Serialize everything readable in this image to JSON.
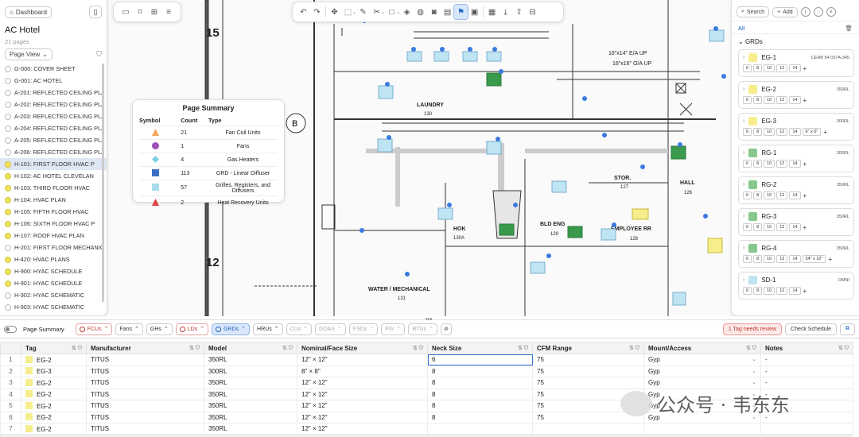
{
  "left_panel": {
    "dashboard_label": "Dashboard",
    "project": "AC Hotel",
    "page_count": "21 pages",
    "page_view": "Page View",
    "sheets": [
      {
        "label": "G-000: COVER SHEET",
        "dot": false,
        "chev": false
      },
      {
        "label": "G-001: AC HOTEL",
        "dot": false,
        "chev": false
      },
      {
        "label": "A-201: REFLECTED CEILING PLA",
        "dot": false,
        "chev": false
      },
      {
        "label": "A-202: REFLECTED CEILING PLA",
        "dot": false,
        "chev": false
      },
      {
        "label": "A-203: REFLECTED CEILING PLA",
        "dot": false,
        "chev": false
      },
      {
        "label": "A-204: REFLECTED CEILING PLA",
        "dot": false,
        "chev": false
      },
      {
        "label": "A-205: REFLECTED CEILING PLA",
        "dot": false,
        "chev": false
      },
      {
        "label": "A-206: REFLECTED CEILING PLA",
        "dot": false,
        "chev": false
      },
      {
        "label": "H-101: FIRST FLOOR HVAC P",
        "dot": true,
        "chev": true,
        "selected": true
      },
      {
        "label": "H-102: AC HOTEL CLEVELAN",
        "dot": true,
        "chev": true
      },
      {
        "label": "H-103: THIRD FLOOR HVAC",
        "dot": true,
        "chev": true
      },
      {
        "label": "H-104: HVAC PLAN",
        "dot": true,
        "chev": true
      },
      {
        "label": "H-105: FIFTH FLOOR HVAC",
        "dot": true,
        "chev": true
      },
      {
        "label": "H-106: SIXTH FLOOR HVAC P",
        "dot": true,
        "chev": true
      },
      {
        "label": "H-107: ROOF HVAC PLAN",
        "dot": true,
        "chev": true
      },
      {
        "label": "H-201: FIRST FLOOR MECHANIC",
        "dot": false,
        "chev": false
      },
      {
        "label": "H-420: HVAC PLANS",
        "dot": true,
        "chev": true
      },
      {
        "label": "H-900: HYAC SCHEDULE",
        "dot": true,
        "chev": false
      },
      {
        "label": "H-901: HYAC SCHEDULE",
        "dot": true,
        "chev": false
      },
      {
        "label": "H-902: HYAC SCHEMATIC",
        "dot": false,
        "chev": false
      },
      {
        "label": "H-903: HYAC SCHEMATIC",
        "dot": false,
        "chev": false
      }
    ]
  },
  "page_summary": {
    "title": "Page Summary",
    "headers": [
      "Symbol",
      "Count",
      "Type"
    ],
    "rows": [
      {
        "shape": "triangle",
        "color": "#f2a65a",
        "count": "21",
        "type": "Fan Coil Units"
      },
      {
        "shape": "circle",
        "color": "#9b4fb7",
        "count": "1",
        "type": "Fans"
      },
      {
        "shape": "diamond",
        "color": "#7ccfe0",
        "count": "4",
        "type": "Gas Heaters"
      },
      {
        "shape": "square",
        "color": "#3a6fc4",
        "count": "113",
        "type": "GRD - Linear Diffuser"
      },
      {
        "shape": "square",
        "color": "#a8dcec",
        "count": "57",
        "type": "Grilles, Registers, and Diffusers"
      },
      {
        "shape": "triangle",
        "color": "#e04040",
        "count": "2",
        "type": "Heat Recovery Units"
      }
    ]
  },
  "plan_labels": {
    "laundry": "LAUNDRY",
    "laundry_num": "130",
    "hok": "HOK",
    "hok_num": "130A",
    "water": "WATER / MECHANICAL",
    "water_num": "131",
    "bld_eng": "BLD ENG",
    "bld_num": "129",
    "employee": "EMPLOYEE RR",
    "emp_num": "128",
    "stor": "STOR.",
    "stor_num": "127",
    "hall": "HALL",
    "hall_num": "126",
    "grid15": "15",
    "grid12": "12",
    "gridB": "B",
    "ea_up": "16\"x14\" E/A UP",
    "oa_up": "16\"x16\" O/A UP"
  },
  "right_panel": {
    "search": "Search",
    "add": "Add",
    "all_tab": "All",
    "group": "GRDs",
    "cards": [
      {
        "name": "EG-1",
        "spec": "CERB 54 037A-345",
        "color": "#f6ee8c",
        "sizes": [
          "6",
          "8",
          "10",
          "12",
          "14"
        ],
        "extra": ""
      },
      {
        "name": "EG-2",
        "spec": "350RL",
        "color": "#f6ee8c",
        "sizes": [
          "6",
          "8",
          "10",
          "12",
          "14"
        ],
        "extra": ""
      },
      {
        "name": "EG-3",
        "spec": "300RL",
        "color": "#f6ee8c",
        "sizes": [
          "6",
          "8",
          "10",
          "12",
          "14"
        ],
        "extra": "6\" x 6\""
      },
      {
        "name": "RG-1",
        "spec": "300RL",
        "color": "#86c78c",
        "sizes": [
          "6",
          "8",
          "10",
          "12",
          "14"
        ],
        "extra": ""
      },
      {
        "name": "RG-2",
        "spec": "350RL",
        "color": "#86c78c",
        "sizes": [
          "6",
          "8",
          "10",
          "12",
          "14"
        ],
        "extra": ""
      },
      {
        "name": "RG-3",
        "spec": "350RL",
        "color": "#86c78c",
        "sizes": [
          "6",
          "8",
          "10",
          "12",
          "14"
        ],
        "extra": ""
      },
      {
        "name": "RG-4",
        "spec": "350RL",
        "color": "#86c78c",
        "sizes": [
          "6",
          "8",
          "10",
          "12",
          "14"
        ],
        "extra": "34\" x 22\""
      },
      {
        "name": "SD-1",
        "spec": "OMNI",
        "color": "#bfe4f2",
        "sizes": [
          "6",
          "8",
          "10",
          "12",
          "14"
        ],
        "extra": ""
      }
    ]
  },
  "tag_bar": {
    "summary": "Page Summary",
    "filters": [
      {
        "label": "FCUs",
        "style": "red"
      },
      {
        "label": "Fans",
        "style": ""
      },
      {
        "label": "GHs",
        "style": ""
      },
      {
        "label": "LDs",
        "style": "red"
      },
      {
        "label": "GRDs",
        "style": "blue"
      },
      {
        "label": "HRUs",
        "style": ""
      },
      {
        "label": "CUs",
        "style": "dim"
      },
      {
        "label": "DOAS",
        "style": "dim"
      },
      {
        "label": "FSDs",
        "style": "dim"
      },
      {
        "label": "P/V",
        "style": "dim"
      },
      {
        "label": "RTUs",
        "style": "dim"
      }
    ],
    "alert": "1 Tag needs review",
    "check": "Check Schedule"
  },
  "table": {
    "headers": [
      "Tag",
      "Manufacturer",
      "Model",
      "Nominal/Face Size",
      "Neck Size",
      "CFM Range",
      "Mount/Access",
      "Notes"
    ],
    "rows": [
      {
        "n": "1",
        "tag": "EG-2",
        "mfr": "TITUS",
        "model": "350RL",
        "size": "12\" × 12\"",
        "neck": "6",
        "cfm": "75",
        "mount": "Gyp",
        "notes": "-"
      },
      {
        "n": "2",
        "tag": "EG-3",
        "mfr": "TITUS",
        "model": "300RL",
        "size": "8\" × 8\"",
        "neck": "8",
        "cfm": "75",
        "mount": "Gyp",
        "notes": "-"
      },
      {
        "n": "3",
        "tag": "EG-2",
        "mfr": "TITUS",
        "model": "350RL",
        "size": "12\" × 12\"",
        "neck": "8",
        "cfm": "75",
        "mount": "Gyp",
        "notes": "-"
      },
      {
        "n": "4",
        "tag": "EG-2",
        "mfr": "TITUS",
        "model": "350RL",
        "size": "12\" × 12\"",
        "neck": "8",
        "cfm": "75",
        "mount": "Gyp",
        "notes": "-"
      },
      {
        "n": "5",
        "tag": "EG-2",
        "mfr": "TITUS",
        "model": "350RL",
        "size": "12\" × 12\"",
        "neck": "8",
        "cfm": "75",
        "mount": "Gyp",
        "notes": "-"
      },
      {
        "n": "6",
        "tag": "EG-2",
        "mfr": "TITUS",
        "model": "350RL",
        "size": "12\" × 12\"",
        "neck": "8",
        "cfm": "75",
        "mount": "Gyp",
        "notes": "-"
      },
      {
        "n": "7",
        "tag": "EG-2",
        "mfr": "TITUS",
        "model": "350RL",
        "size": "12\" × 12\"",
        "neck": "",
        "cfm": "",
        "mount": "",
        "notes": ""
      }
    ]
  },
  "watermark": "公众号 · 韦东东",
  "colors": {
    "accent": "#2163c7",
    "eg": "#f6ee8c",
    "rg": "#86c78c",
    "sd": "#bfe4f2"
  }
}
